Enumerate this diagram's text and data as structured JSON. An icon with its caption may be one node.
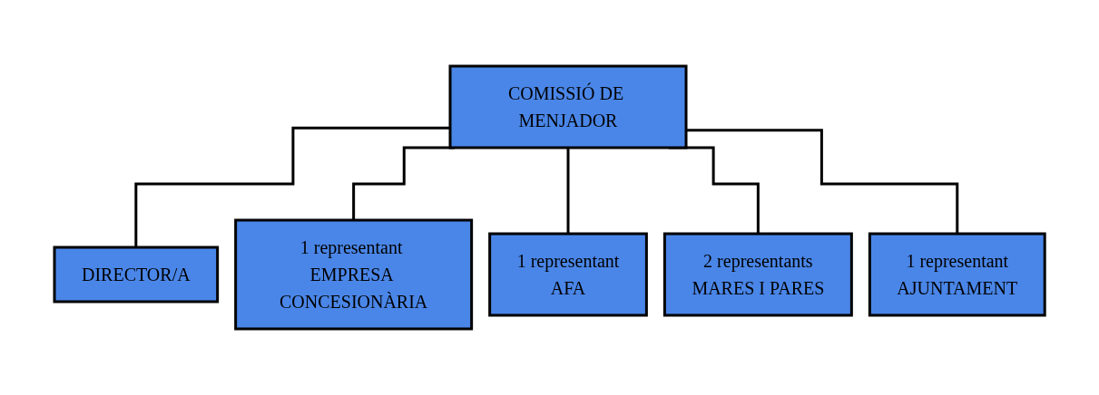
{
  "diagram": {
    "nodes": [
      {
        "text": [
          "COMISSIÓ DE MENJADOR"
        ]
      },
      {
        "text": [
          "DIRECTOR/A"
        ]
      },
      {
        "text": [
          "1 representant EMPRESA CONCESIONÀRIA"
        ]
      },
      {
        "text": [
          "1 representant",
          "AFA"
        ]
      },
      {
        "text": [
          "2 representants",
          "MARES I PARES"
        ]
      },
      {
        "text": [
          "1 representant",
          "AJUNTAMENT"
        ]
      }
    ],
    "edges": [
      {
        "from": 0,
        "to": 1,
        "arrow": "none"
      },
      {
        "from": 0,
        "to": 2,
        "arrow": "none"
      },
      {
        "from": 0,
        "to": 3,
        "arrow": "none"
      },
      {
        "from": 0,
        "to": 4,
        "arrow": "none"
      },
      {
        "from": 0,
        "to": 5,
        "arrow": "none"
      }
    ]
  }
}
